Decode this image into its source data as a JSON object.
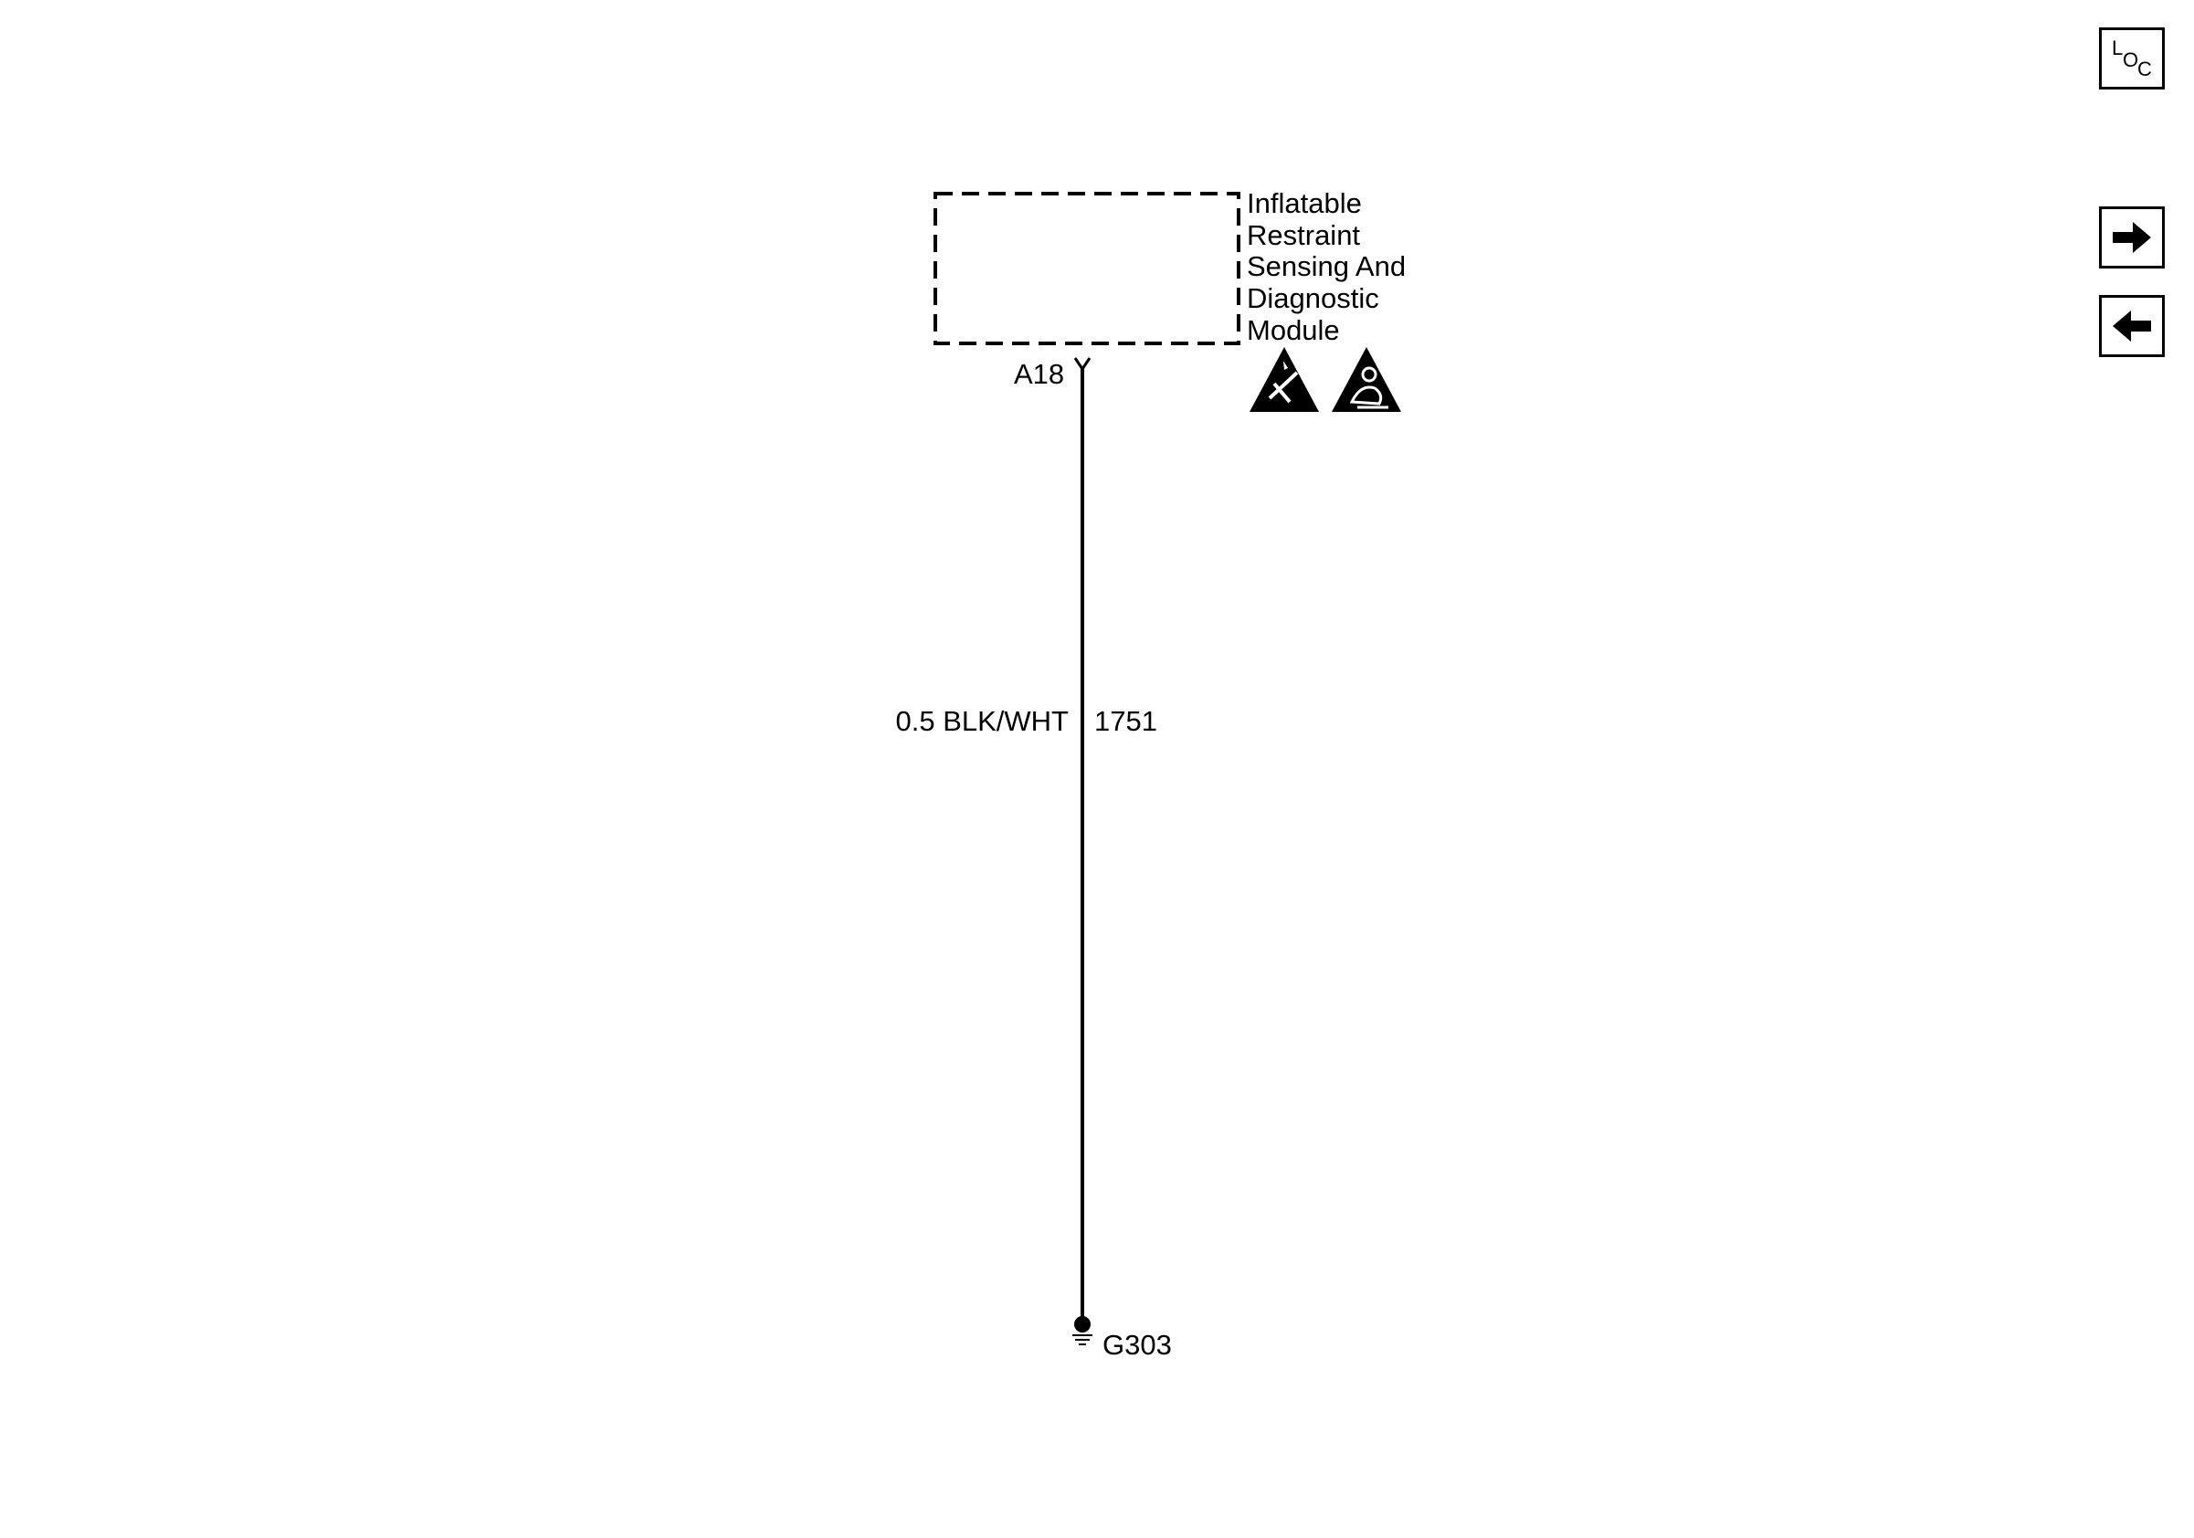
{
  "component": {
    "label_lines": [
      "Inflatable",
      "Restraint",
      "Sensing And",
      "Diagnostic",
      "Module"
    ],
    "icons": [
      "esd-warning-icon",
      "airbag-warning-icon"
    ]
  },
  "connector": {
    "terminal": "A18"
  },
  "wire": {
    "spec": "0.5 BLK/WHT",
    "circuit": "1751"
  },
  "ground": {
    "label": "G303"
  },
  "nav": {
    "loc_letters": [
      "L",
      "O",
      "C"
    ],
    "next_icon": "arrow-right-icon",
    "prev_icon": "arrow-left-icon"
  }
}
